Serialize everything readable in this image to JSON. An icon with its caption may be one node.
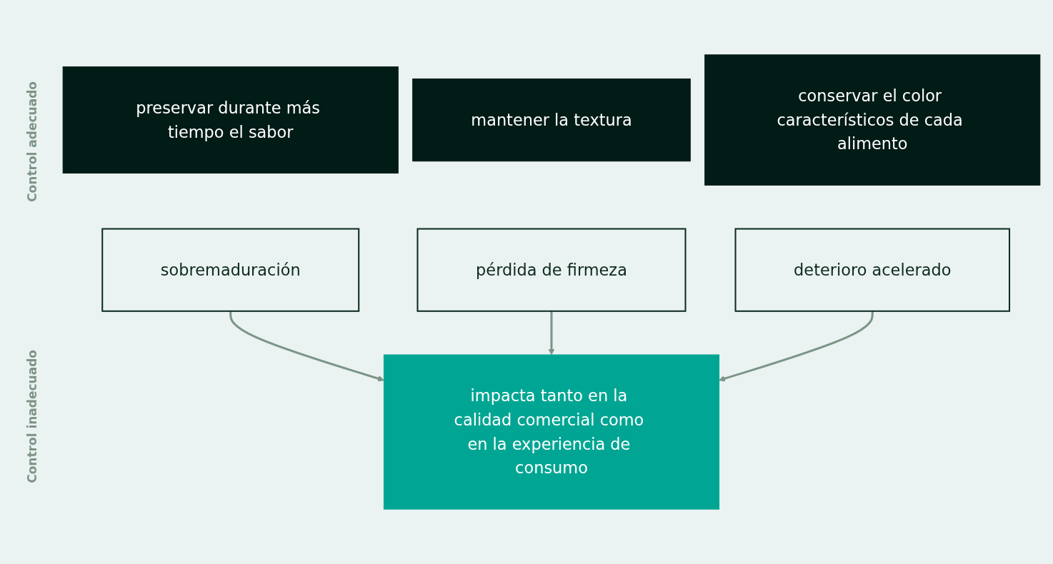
{
  "diagram": {
    "nodes": [
      {
        "text": [
          "preservar durante más tiempo el sabor"
        ]
      },
      {
        "text": [
          "mantener la textura"
        ]
      },
      {
        "text": [
          "conservar el color característicos de cada alimento"
        ]
      },
      {
        "text": [
          "sobremaduración"
        ]
      },
      {
        "text": [
          "pérdida de firmeza"
        ]
      },
      {
        "text": [
          "deterioro acelerado"
        ]
      },
      {
        "text": [
          "impacta tanto en la calidad comercial como en la experiencia de consumo"
        ]
      }
    ],
    "edges": [
      {
        "from": 3,
        "to": 6,
        "arrow": "to"
      },
      {
        "from": 4,
        "to": 6,
        "arrow": "to"
      },
      {
        "from": 5,
        "to": 6,
        "arrow": "to"
      }
    ],
    "labels": [
      "Control adecuado",
      "Control inadecuado"
    ]
  }
}
